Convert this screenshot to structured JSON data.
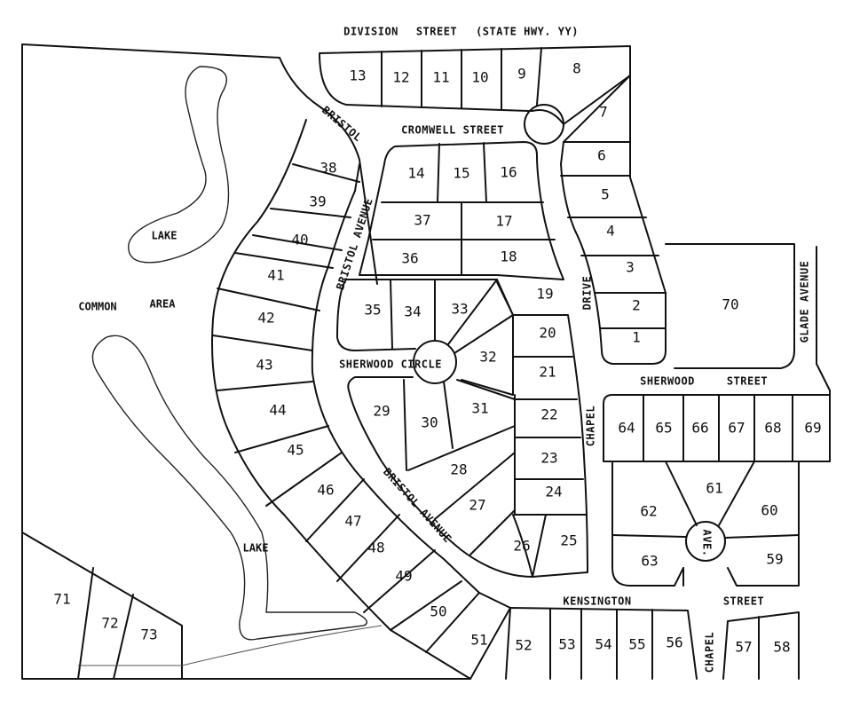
{
  "map": {
    "streets": {
      "division": "DIVISION",
      "division_street": "STREET",
      "division_hwy": "(STATE HWY. YY)",
      "bristol_top": "BRISTOL",
      "bristol_avenue_upper": "BRISTOL AVENUE",
      "bristol_avenue_lower": "BRISTOL AVENUE",
      "cromwell": "CROMWELL STREET",
      "sherwood_circle": "SHERWOOD CIRCLE",
      "sherwood_street_1": "SHERWOOD",
      "sherwood_street_2": "STREET",
      "glade_avenue": "GLADE AVENUE",
      "chapel_drive_1": "DRIVE",
      "chapel_drive_2": "CHAPEL",
      "kensington": "KENSINGTON",
      "kensington_street": "STREET",
      "chapel_lower": "CHAPEL",
      "ave": "AVE."
    },
    "areas": {
      "common": "COMMON",
      "area": "AREA",
      "lake_upper": "LAKE",
      "lake_lower": "LAKE"
    },
    "lots": [
      "1",
      "2",
      "3",
      "4",
      "5",
      "6",
      "7",
      "8",
      "9",
      "10",
      "11",
      "12",
      "13",
      "14",
      "15",
      "16",
      "17",
      "18",
      "19",
      "20",
      "21",
      "22",
      "23",
      "24",
      "25",
      "26",
      "27",
      "28",
      "29",
      "30",
      "31",
      "32",
      "33",
      "34",
      "35",
      "36",
      "37",
      "38",
      "39",
      "40",
      "41",
      "42",
      "43",
      "44",
      "45",
      "46",
      "47",
      "48",
      "49",
      "50",
      "51",
      "52",
      "53",
      "54",
      "55",
      "56",
      "57",
      "58",
      "59",
      "60",
      "61",
      "62",
      "63",
      "64",
      "65",
      "66",
      "67",
      "68",
      "69",
      "70",
      "71",
      "72",
      "73"
    ]
  }
}
